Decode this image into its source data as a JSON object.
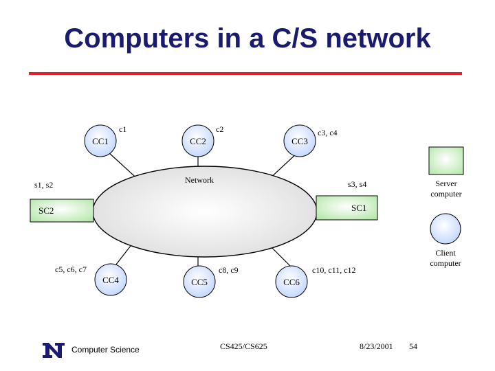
{
  "slide": {
    "title": "Computers in a C/S network",
    "network_label": "Network",
    "clients": [
      {
        "id": "CC1",
        "label": "CC1",
        "attached": "c1"
      },
      {
        "id": "CC2",
        "label": "CC2",
        "attached": "c2"
      },
      {
        "id": "CC3",
        "label": "CC3",
        "attached": "c3, c4"
      },
      {
        "id": "CC4",
        "label": "CC4",
        "attached": "c5, c6, c7"
      },
      {
        "id": "CC5",
        "label": "CC5",
        "attached": "c8, c9"
      },
      {
        "id": "CC6",
        "label": "CC6",
        "attached": "c10, c11, c12"
      }
    ],
    "servers": [
      {
        "id": "SC1",
        "label": "SC1",
        "attached": "s3, s4"
      },
      {
        "id": "SC2",
        "label": "SC2",
        "attached": "s1, s2"
      }
    ],
    "legend": {
      "server_line1": "Server",
      "server_line2": "computer",
      "client_line1": "Client",
      "client_line2": "computer"
    },
    "colors": {
      "title": "#1a1a6e",
      "rule": "#e0202a",
      "server_fill": "#c8eec0",
      "client_fill": "#dce8ff",
      "network_fill": "#e8e8e8"
    }
  },
  "footer": {
    "dept": "Computer Science",
    "course": "CS425/CS625",
    "date": "8/23/2001",
    "page": "54",
    "logo_icon": "northwestern-n-logo"
  }
}
